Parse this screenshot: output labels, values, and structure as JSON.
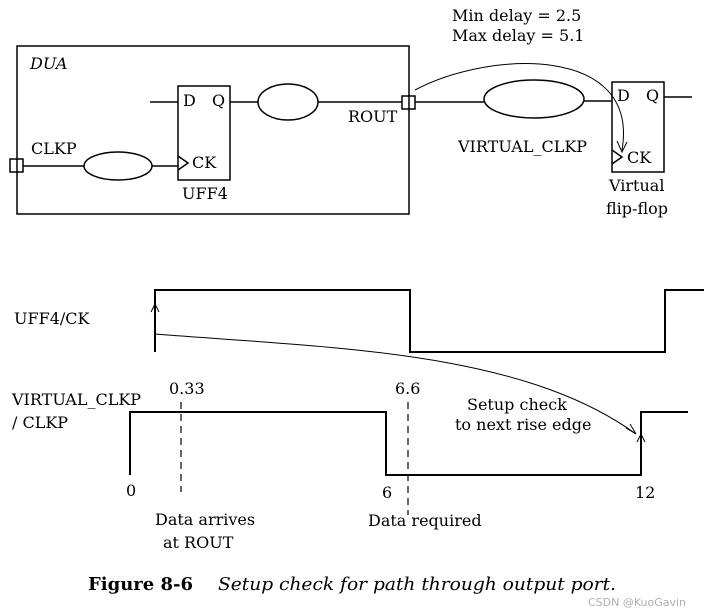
{
  "schematic": {
    "min_delay": "Min delay = 2.5",
    "max_delay": "Max delay = 5.1",
    "dua_label": "DUA",
    "clkp_label": "CLKP",
    "rout_label": "ROUT",
    "uff4_label": "UFF4",
    "virtual_clkp_label": "VIRTUAL_CLKP",
    "ff_d": "D",
    "ff_q": "Q",
    "ff_ck": "CK",
    "virtual_ff_line1": "Virtual",
    "virtual_ff_line2": "flip-flop"
  },
  "waveform": {
    "uff4_ck_label": "UFF4/CK",
    "vclk_label_line1": "VIRTUAL_CLKP",
    "vclk_label_line2": "/ CLKP",
    "t_0": "0",
    "t_0_33": "0.33",
    "t_6": "6",
    "t_6_6": "6.6",
    "t_12": "12",
    "setup_line1": "Setup check",
    "setup_line2": "to next rise edge",
    "arrives_line1": "Data arrives",
    "arrives_line2": "at ROUT",
    "required": "Data required"
  },
  "caption": {
    "number": "Figure 8-6",
    "text": "Setup check for path through output port."
  },
  "watermark": "CSDN @KuoGavin"
}
